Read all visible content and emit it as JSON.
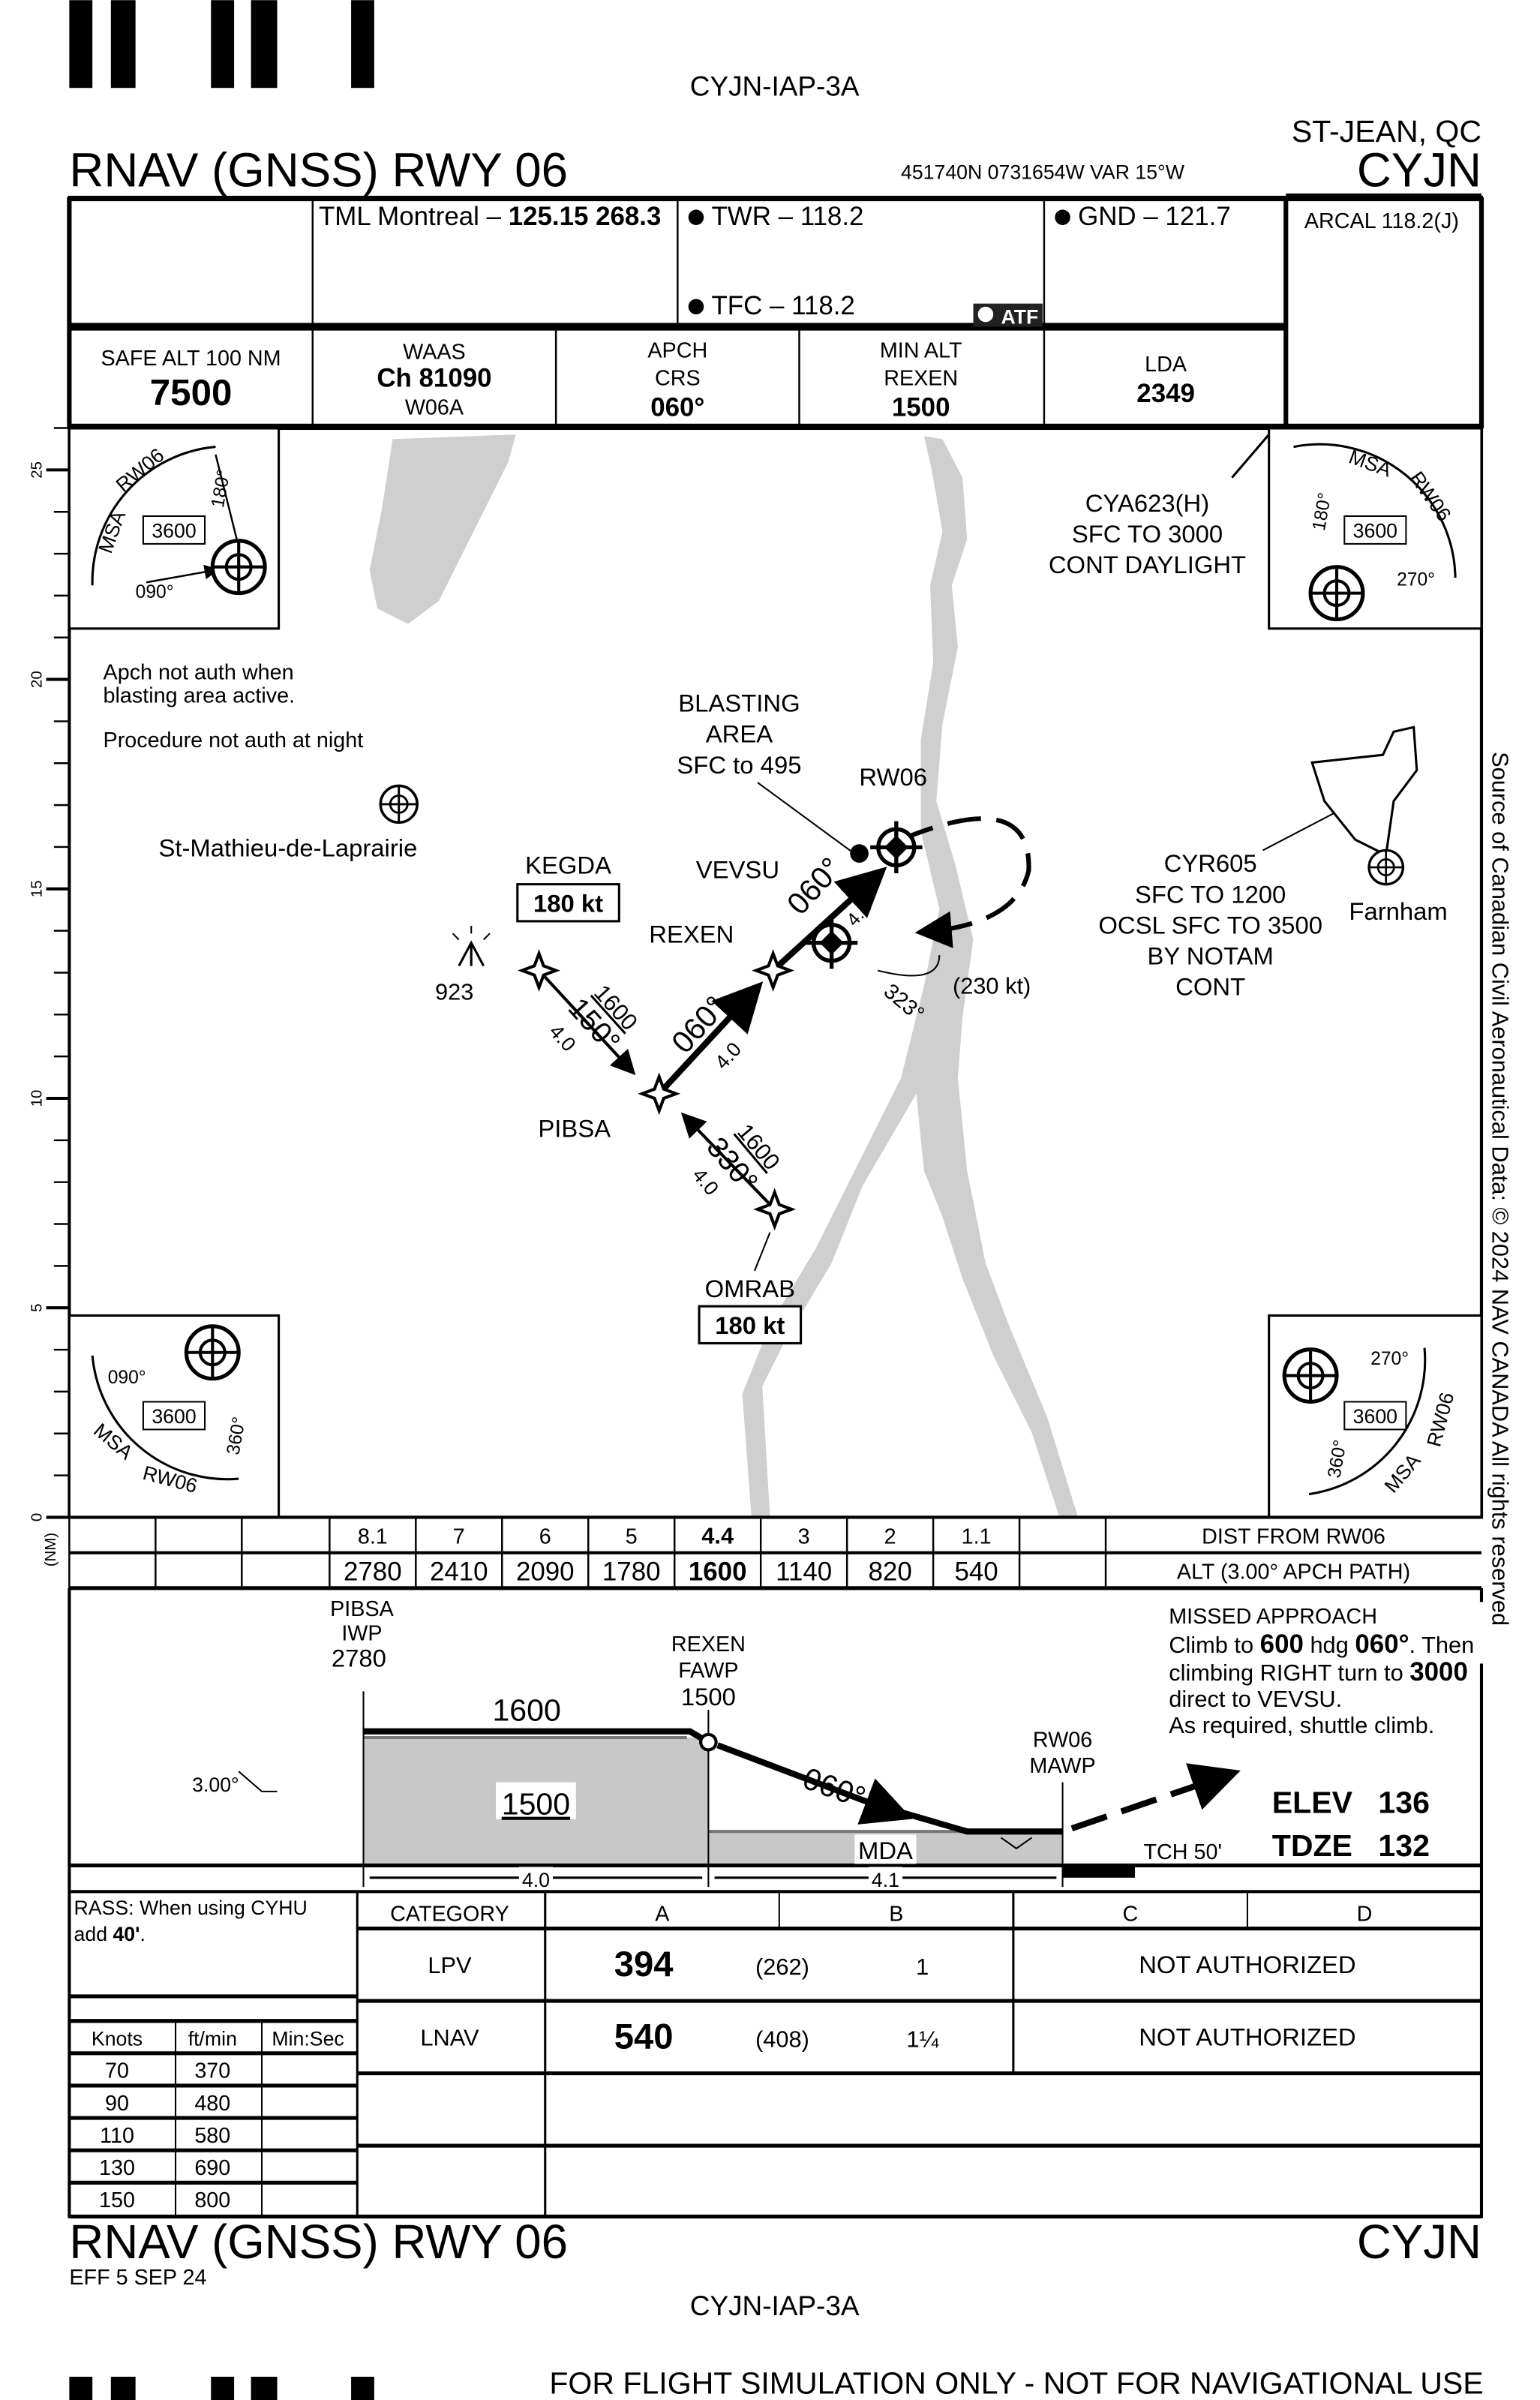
{
  "header": {
    "chart_id": "CYJN-IAP-3A",
    "title": "RNAV (GNSS) RWY 06",
    "location": "ST-JEAN, QC",
    "icao": "CYJN",
    "coords": "451740N  0731654W  VAR 15°W"
  },
  "comms": {
    "tml": "TML Montreal – ",
    "tml_freq": "125.15  268.3",
    "twr": "TWR – 118.2",
    "tfc": "TFC – 118.2",
    "atf": "ATF",
    "gnd": "GND – 121.7",
    "arcal": "ARCAL 118.2(J)"
  },
  "briefing": {
    "safe_alt_label": "SAFE ALT 100 NM",
    "safe_alt": "7500",
    "waas_label": "WAAS",
    "waas_ch": "Ch 81090",
    "waas_id": "W06A",
    "apch_label1": "APCH",
    "apch_label2": "CRS",
    "apch_crs": "060°",
    "min_alt_label1": "MIN ALT",
    "min_alt_label2": "REXEN",
    "min_alt": "1500",
    "lda_label": "LDA",
    "lda": "2349"
  },
  "map": {
    "scale_labels": [
      "25",
      "20",
      "15",
      "10",
      "5",
      "0"
    ],
    "scale_unit": "(NM)",
    "msa": {
      "label": "MSA",
      "rwy": "RW06",
      "alt": "3600",
      "b090": "090°",
      "b180": "180°",
      "b270": "270°",
      "b360": "360°"
    },
    "notes": [
      "Apch not auth when",
      "blasting area active.",
      "Procedure not auth at night"
    ],
    "town1": "St-Mathieu-de-Laprairie",
    "town2": "Farnham",
    "obstacle": "923",
    "cya": [
      "CYA623(H)",
      "SFC TO 3000",
      "CONT DAYLIGHT"
    ],
    "blasting": [
      "BLASTING",
      "AREA",
      "SFC to 495"
    ],
    "cyr": [
      "CYR605",
      "SFC TO 1200",
      "OCSL SFC TO 3500",
      "BY NOTAM",
      "CONT"
    ],
    "fixes": {
      "kegda": "KEGDA",
      "vevsu": "VEVSU",
      "rexen": "REXEN",
      "pibsa": "PIBSA",
      "omrab": "OMRAB",
      "rw06": "RW06"
    },
    "speed": "180 kt",
    "hold_speed": "(230 kt)",
    "hold_crs": "323°",
    "legs": {
      "k_alt": "1600",
      "k_crs": "150°",
      "k_dist": "4.0",
      "o_alt": "1600",
      "o_crs": "330°",
      "o_dist": "4.0",
      "f_crs": "060°",
      "f_dist": "4.0",
      "v_crs": "060°",
      "v_dist": "4.1"
    },
    "source": "Source of Canadian Civil Aeronautical Data: © 2024 NAV CANADA All rights reserved"
  },
  "dist_table": {
    "dist": [
      "8.1",
      "7",
      "6",
      "5",
      "4.4",
      "3",
      "2",
      "1.1"
    ],
    "alt": [
      "2780",
      "2410",
      "2090",
      "1780",
      "1600",
      "1140",
      "820",
      "540"
    ],
    "dist_label": "DIST FROM RW06",
    "alt_label": "ALT (3.00° APCH PATH)"
  },
  "profile": {
    "pibsa": [
      "PIBSA",
      "IWP",
      "2780"
    ],
    "rexen": [
      "REXEN",
      "FAWP",
      "1500"
    ],
    "rw06": [
      "RW06",
      "MAWP"
    ],
    "alt_1600": "1600",
    "alt_1500": "1500",
    "crs": "060°",
    "mda": "MDA",
    "gp": "3.00°",
    "d1": "4.0",
    "d2": "4.1",
    "tch": "TCH 50'",
    "elev_label": "ELEV",
    "elev": "136",
    "tdze_label": "TDZE",
    "tdze": "132",
    "missed": {
      "title": "MISSED APPROACH",
      "l1a": "Climb to ",
      "l1b": "600",
      "l1c": "  hdg  ",
      "l1d": "060°",
      "l1e": ". Then",
      "l2a": "climbing RIGHT turn to  ",
      "l2b": "3000",
      "l3": "direct to VEVSU.",
      "l4": "As required, shuttle climb."
    }
  },
  "minimums": {
    "rass1": "RASS: When using CYHU",
    "rass2a": "add ",
    "rass2b": "40'",
    "rass2c": ".",
    "headers": [
      "CATEGORY",
      "A",
      "B",
      "C",
      "D"
    ],
    "rows": [
      {
        "cat": "LPV",
        "alt": "394",
        "hat": "(262)",
        "vis": "1",
        "cd": "NOT AUTHORIZED"
      },
      {
        "cat": "LNAV",
        "alt": "540",
        "hat": "(408)",
        "vis": "1¼",
        "cd": "NOT AUTHORIZED"
      }
    ],
    "rod_headers": [
      "Knots",
      "ft/min",
      "Min:Sec"
    ],
    "rod": [
      [
        "70",
        "370"
      ],
      [
        "90",
        "480"
      ],
      [
        "110",
        "580"
      ],
      [
        "130",
        "690"
      ],
      [
        "150",
        "800"
      ]
    ]
  },
  "footer": {
    "title": "RNAV (GNSS) RWY 06",
    "icao": "CYJN",
    "eff": "EFF 5 SEP 24",
    "chart_id": "CYJN-IAP-3A",
    "disclaimer": "FOR FLIGHT SIMULATION ONLY - NOT FOR NAVIGATIONAL USE",
    "disclaimer_color": "#ff0000"
  }
}
